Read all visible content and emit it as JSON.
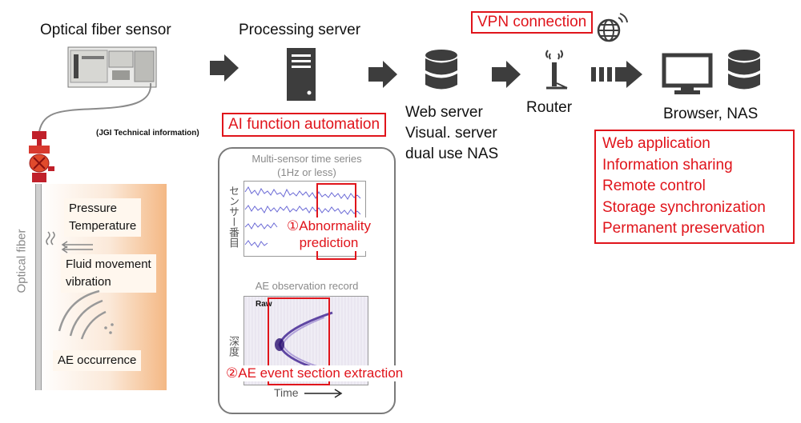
{
  "sensor": {
    "title": "Optical fiber sensor",
    "credit": "(JGI Technical information)",
    "fiber_label": "Optical fiber",
    "labels": [
      "Pressure",
      "Temperature",
      "Fluid movement",
      "vibration",
      "AE occurrence"
    ]
  },
  "processing": {
    "title": "Processing server",
    "ai_box": "AI function automation",
    "panel": {
      "ts_title_1": "Multi-sensor time series",
      "ts_title_2": "(1Hz or less)",
      "ts_ylabel": "センサー番目",
      "abnormality_1": "①Abnormality",
      "abnormality_2": "prediction",
      "ae_title": "AE observation record",
      "ae_raw": "Raw",
      "ae_ylabel": "深度",
      "ae_extract": "②AE event section extraction",
      "time_label": "Time"
    }
  },
  "web": {
    "lines": [
      "Web server",
      "Visual. server",
      "dual use NAS"
    ]
  },
  "vpn": {
    "label": "VPN connection"
  },
  "router": {
    "label": "Router"
  },
  "browser": {
    "label": "Browser, NAS",
    "features": [
      "Web application",
      "Information sharing",
      "Remote control",
      "Storage synchronization",
      "Permanent preservation"
    ]
  },
  "colors": {
    "accent_red": "#e0141b",
    "icon_dark": "#3d3d3d",
    "panel_border": "#7a7a7a"
  }
}
